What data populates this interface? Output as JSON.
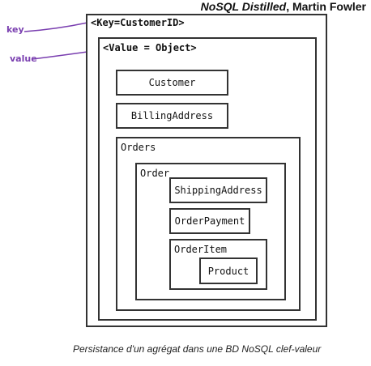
{
  "header": {
    "book_title": "NoSQL Distilled",
    "separator": ",",
    "author": "Martin Fowler"
  },
  "annotations": {
    "key_label": "key",
    "value_label": "value",
    "color": "#7a3fb0"
  },
  "diagram": {
    "key_label": "<Key=CustomerID>",
    "value_label": "<Value = Object>",
    "customer": "Customer",
    "billing_address": "BillingAddress",
    "orders": "Orders",
    "order": "Order",
    "shipping_address": "ShippingAddress",
    "order_payment": "OrderPayment",
    "order_item": "OrderItem",
    "product": "Product"
  },
  "caption": "Persistance d'un agrégat dans une BD NoSQL clef-valeur"
}
